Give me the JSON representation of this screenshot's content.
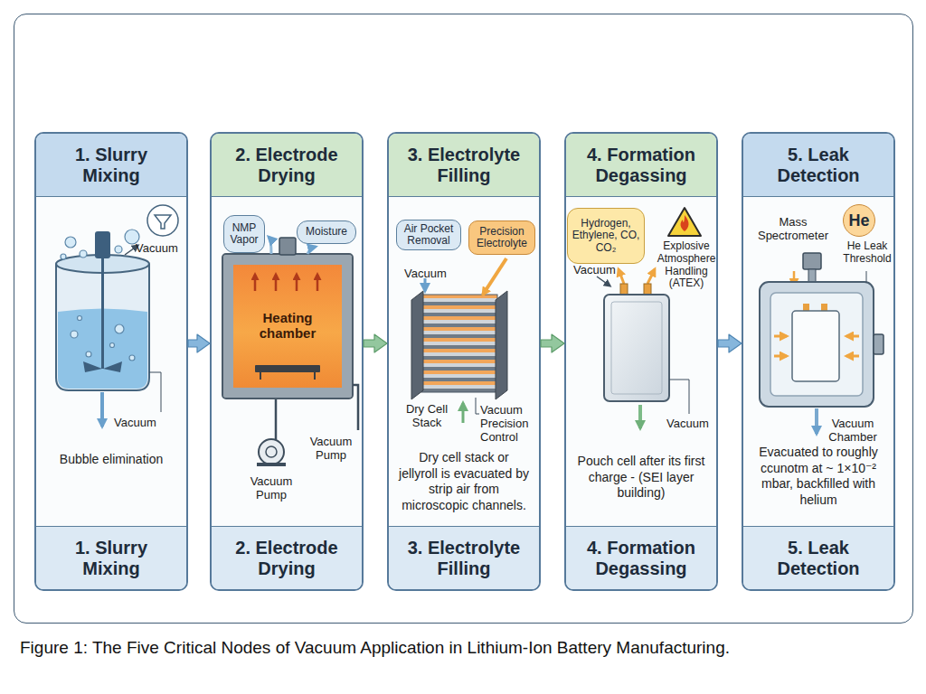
{
  "diagram": {
    "caption": "Figure 1: The Five Critical Nodes of Vacuum Application in Lithium-Ion Battery Manufacturing.",
    "nodes": [
      {
        "text": [
          "1. Slurry Mixing",
          "Bubble elimination",
          "1. Slurry Mixing"
        ]
      },
      {
        "text": [
          "2. Electrode Drying",
          "2. Electrode Drying"
        ]
      },
      {
        "text": [
          "NMP Vapor"
        ],
        "in": 1
      },
      {
        "text": [
          "Moisture"
        ],
        "in": 1
      },
      {
        "text": [
          "Heating chamber"
        ],
        "in": 1
      },
      {
        "text": [
          "3. Electrolyte Filling",
          "Dry cell stack or jellyroll is evacuated by strip air from microscopic channels.",
          "3. Electrolyte Filling"
        ]
      },
      {
        "text": [
          "Air Pocket Removal"
        ],
        "in": 5
      },
      {
        "text": [
          "Precision Electrolyte"
        ],
        "in": 5
      },
      {
        "text": [
          "4. Formation Degassing",
          "Pouch cell after its first charge - (SEI layer building)",
          "4. Formation Degassing"
        ]
      },
      {
        "text": [
          "Hydrogen, Ethylene, CO, CO₂"
        ],
        "in": 8
      },
      {
        "text": [
          "5. Leak Detection",
          "Evacuated to roughly ccunotm at ~ 1×10⁻² mbar, backfilled with helium",
          "5. Leak Detection"
        ]
      },
      {
        "text": [
          "He"
        ],
        "in": 10
      }
    ],
    "edges": [
      {
        "from": 0,
        "to": 1,
        "arrow": "to"
      },
      {
        "from": 1,
        "to": 5,
        "arrow": "to"
      },
      {
        "from": 5,
        "to": 8,
        "arrow": "to"
      },
      {
        "from": 8,
        "to": 10,
        "arrow": "to"
      }
    ],
    "labels": [
      "Vacuum",
      "Vacuum",
      "Vacuum Pump",
      "Vacuum Pump",
      "Vacuum",
      "Dry Cell Stack",
      "Vacuum Precision Control",
      "Vacuum",
      "Explosive Atmosphere Handling (ATEX)",
      "Vacuum",
      "Mass Spectrometer",
      "He Leak Threshold",
      "Vacuum Chamber"
    ]
  }
}
